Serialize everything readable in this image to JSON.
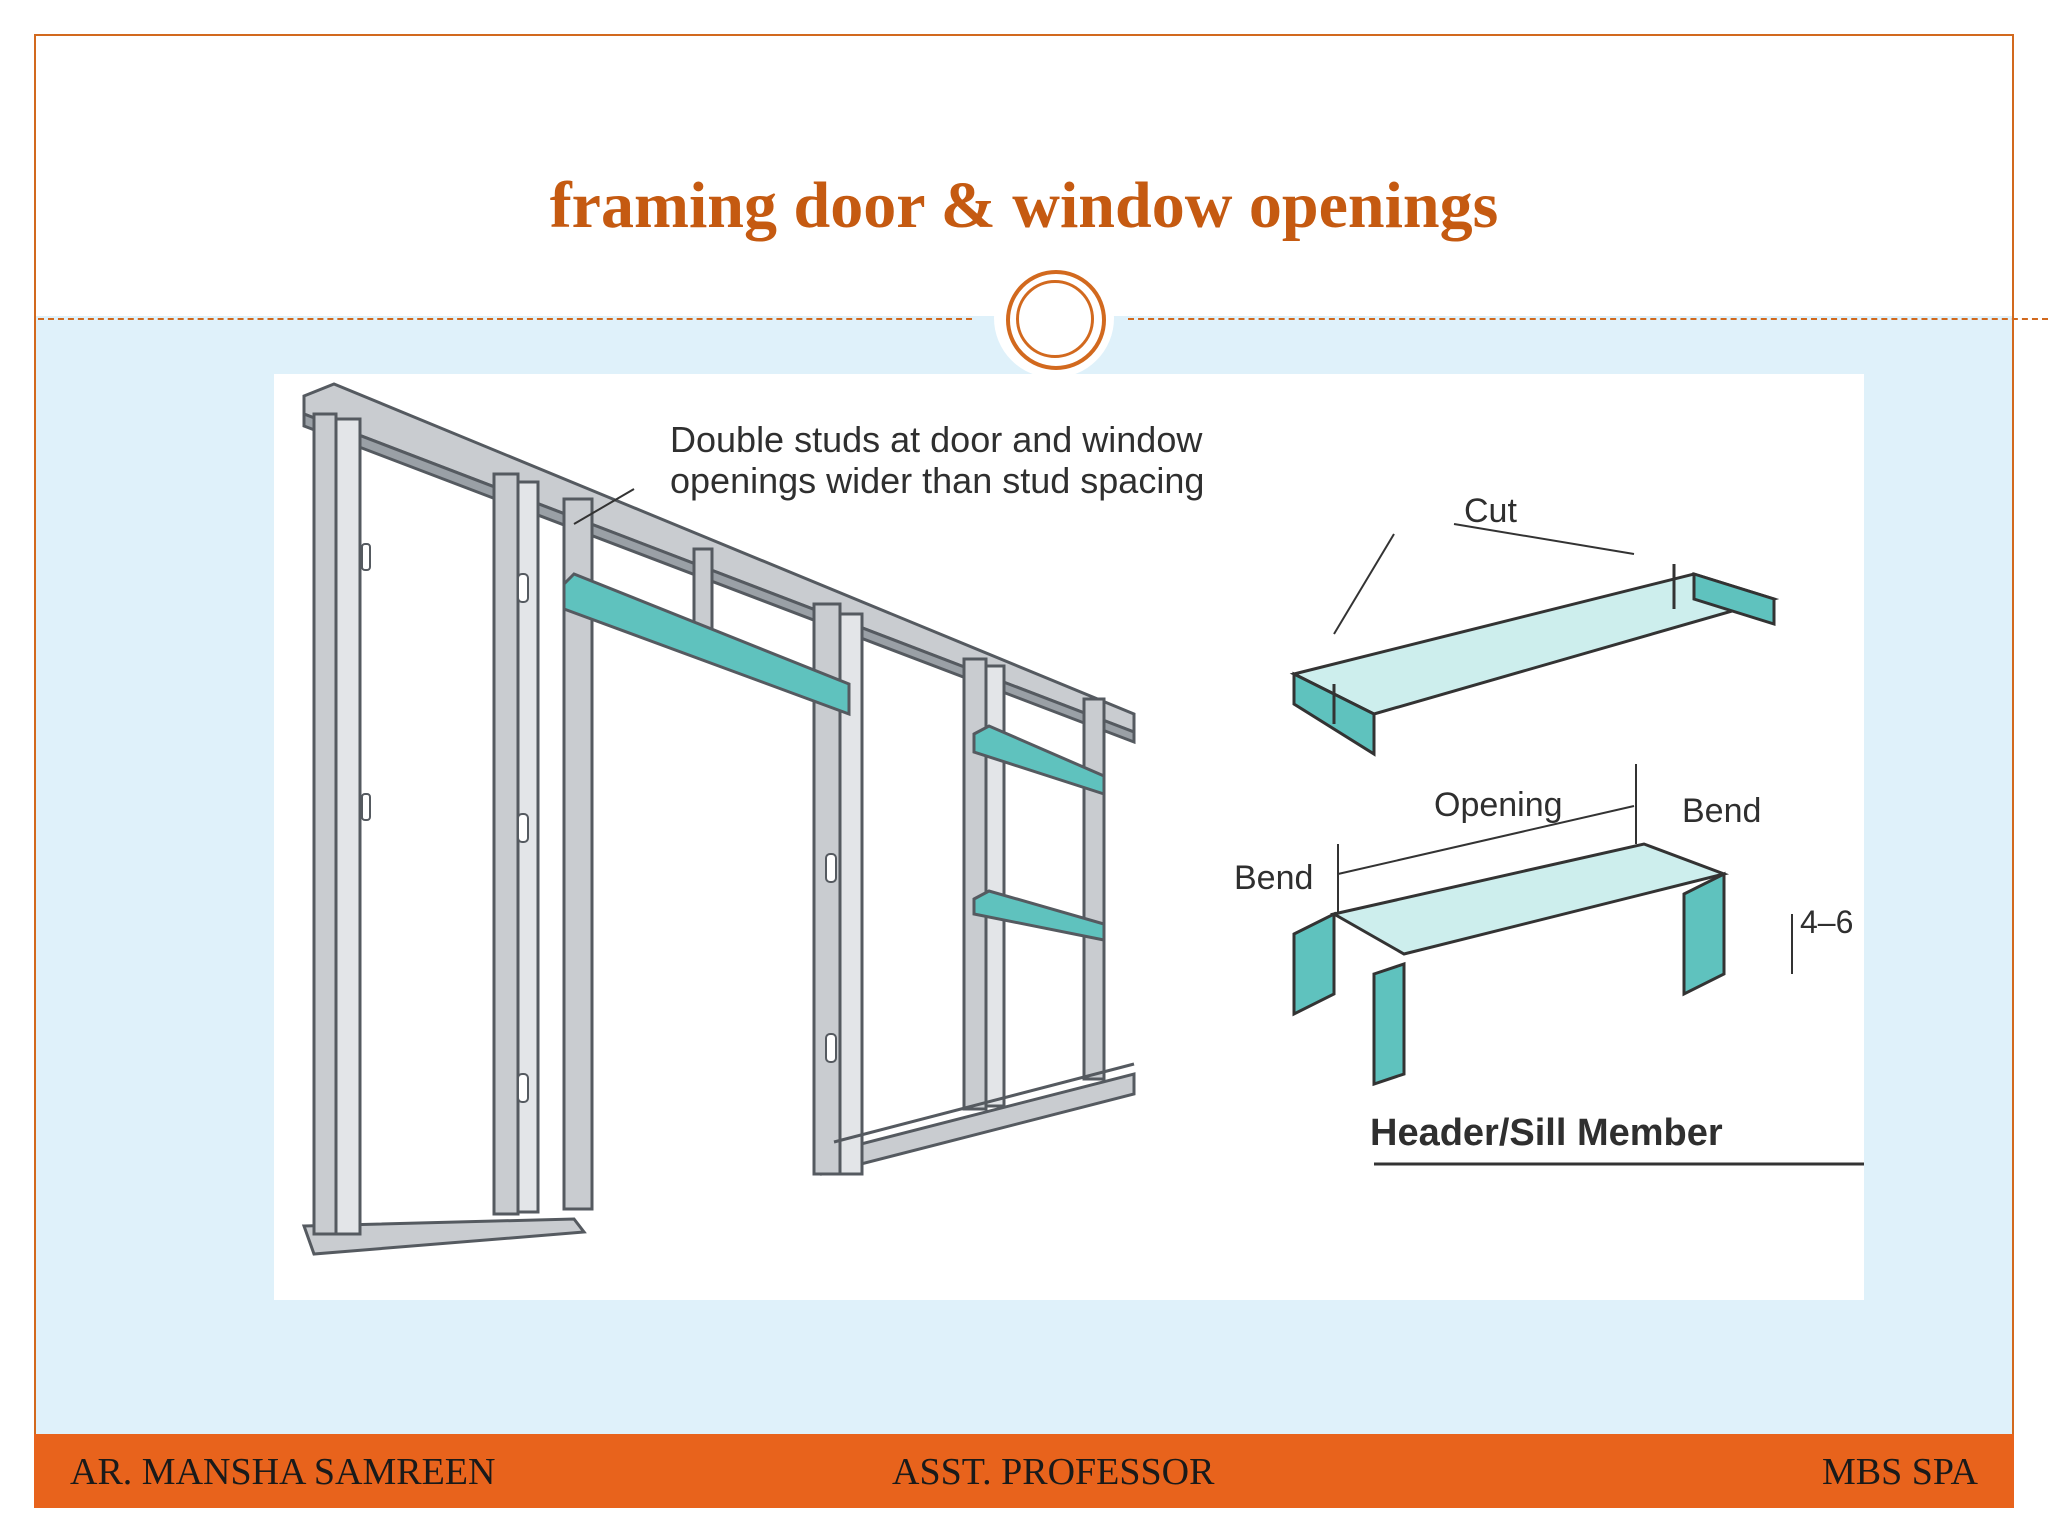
{
  "slide": {
    "title": "framing door & window openings"
  },
  "figure": {
    "labels": {
      "double_studs_line1": "Double studs at door and window",
      "double_studs_line2": "openings wider than stud spacing",
      "cut": "Cut",
      "opening": "Opening",
      "bend_left": "Bend",
      "bend_right": "Bend",
      "dimension": "4–6",
      "caption": "Header/Sill Member"
    },
    "colors": {
      "steel": "#c9ccd0",
      "steel_dark": "#555a60",
      "header_teal": "#5fc2be"
    }
  },
  "footer": {
    "author": "AR. MANSHA SAMREEN",
    "role": "ASST. PROFESSOR",
    "institution": "MBS SPA"
  },
  "theme": {
    "accent": "#d2691e",
    "content_bg": "#dff1fa",
    "footer_bg": "#e8631c"
  }
}
